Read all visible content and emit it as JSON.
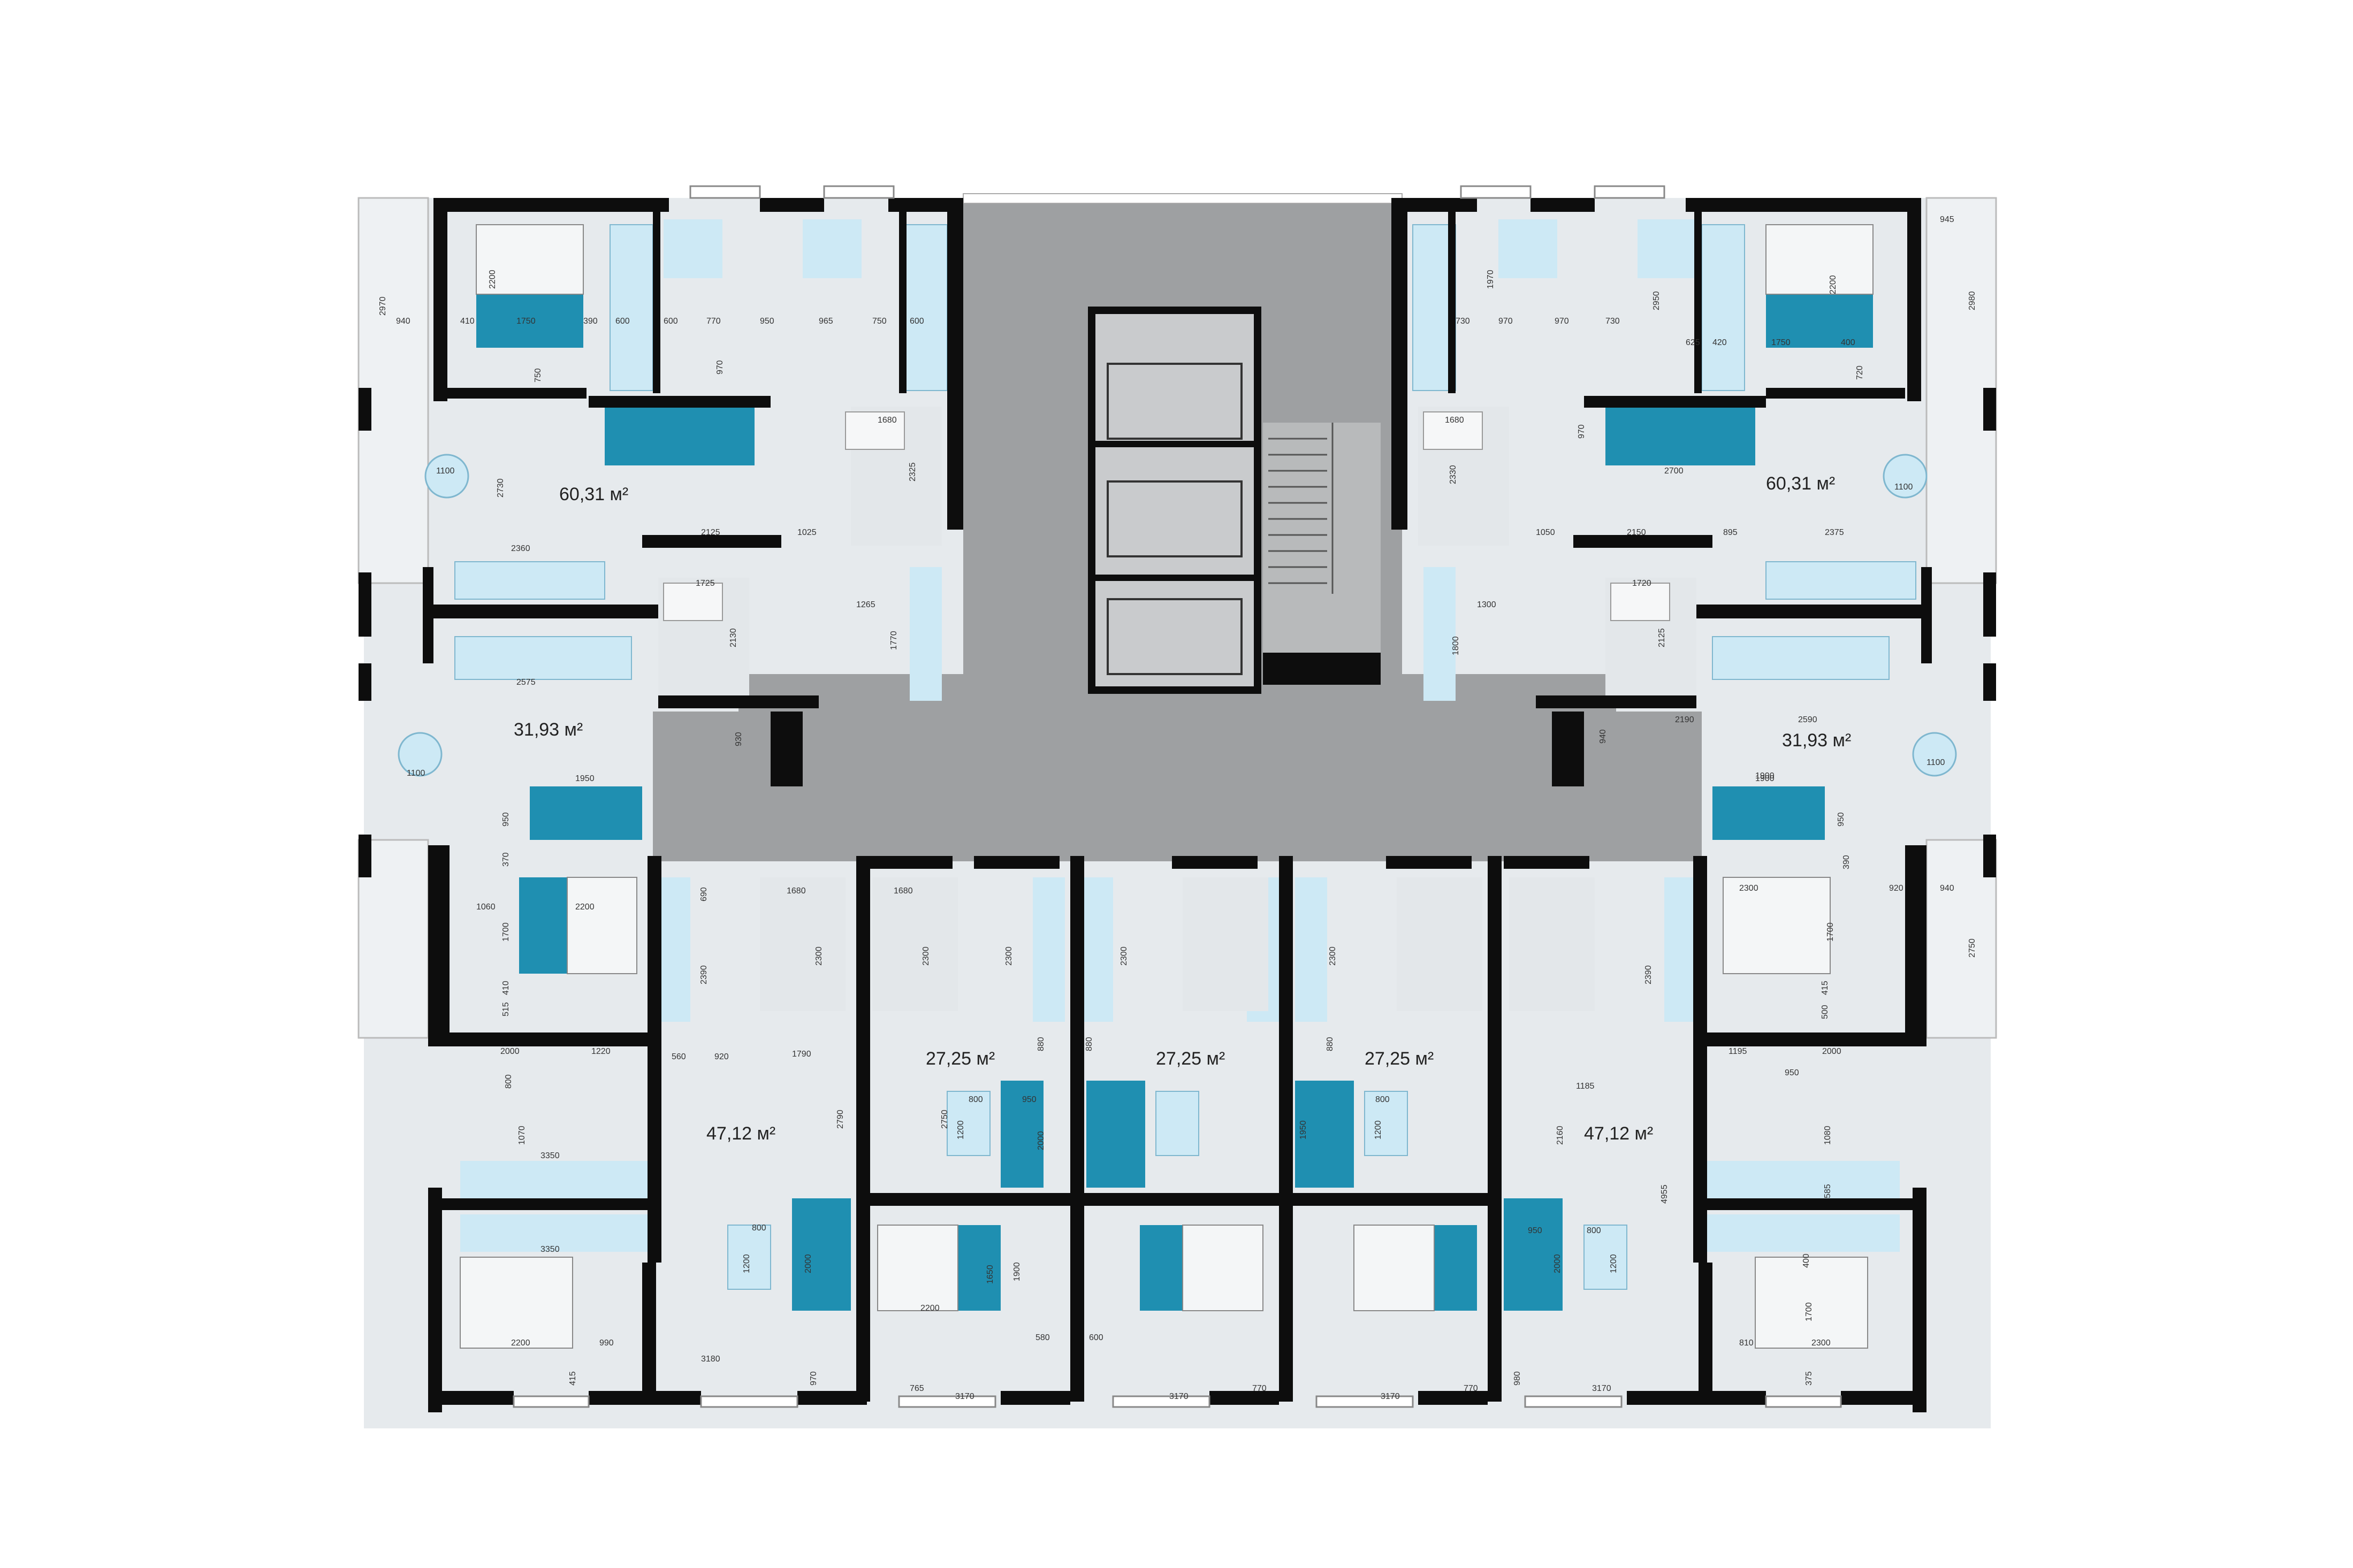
{
  "apartments": [
    {
      "id": "nw",
      "area": "60,31 м²"
    },
    {
      "id": "ne",
      "area": "60,31 м²"
    },
    {
      "id": "w",
      "area": "31,93 м²"
    },
    {
      "id": "e",
      "area": "31,93 м²"
    },
    {
      "id": "sw",
      "area": "47,12 м²"
    },
    {
      "id": "se",
      "area": "47,12 м²"
    },
    {
      "id": "s1",
      "area": "27,25 м²"
    },
    {
      "id": "s2",
      "area": "27,25 м²"
    },
    {
      "id": "s3",
      "area": "27,25 м²"
    }
  ],
  "dimensions": {
    "nw": [
      "2970",
      "940",
      "410",
      "1750",
      "390",
      "600",
      "2200",
      "750",
      "600",
      "770",
      "950",
      "965",
      "750",
      "600",
      "970",
      "1680",
      "2325",
      "2730",
      "1100",
      "2360",
      "2125",
      "1025",
      "1725",
      "2130",
      "1265",
      "1770",
      "2575",
      "930"
    ],
    "ne": [
      "945",
      "2980",
      "1970",
      "730",
      "970",
      "970",
      "730",
      "2950",
      "625",
      "420",
      "1750",
      "400",
      "2200",
      "720",
      "970",
      "2700",
      "1680",
      "2330",
      "1100",
      "1050",
      "2150",
      "895",
      "2375",
      "1300",
      "1720",
      "2125",
      "1800",
      "2190",
      "2590",
      "1900",
      "940"
    ],
    "w": [
      "1100",
      "1950",
      "950",
      "370",
      "1060",
      "1700",
      "2200",
      "515",
      "410",
      "690",
      "2390",
      "560",
      "920",
      "1790"
    ],
    "e": [
      "1100",
      "1900",
      "950",
      "390",
      "920",
      "940",
      "2300",
      "1700",
      "2750",
      "500",
      "415",
      "2390",
      "1195",
      "2000"
    ],
    "sw": [
      "2000",
      "1220",
      "800",
      "1070",
      "3350",
      "3350",
      "2200",
      "990",
      "415",
      "3180",
      "970",
      "2790",
      "800",
      "1200",
      "2000",
      "1680",
      "2300",
      "2300"
    ],
    "se": [
      "950",
      "1080",
      "585",
      "400",
      "1700",
      "810",
      "2300",
      "375",
      "980",
      "3170",
      "2160",
      "1185",
      "4955",
      "950",
      "2000",
      "800",
      "1200"
    ],
    "s": [
      "1680",
      "2300",
      "2750",
      "1200",
      "800",
      "950",
      "2000",
      "880",
      "880",
      "880",
      "2300",
      "2300",
      "1900",
      "1650",
      "2200",
      "580",
      "765",
      "3170",
      "600",
      "3170",
      "770",
      "3170",
      "770",
      "1950",
      "1200",
      "800"
    ]
  },
  "colors": {
    "teal": "#1f8fb1",
    "light_blue": "#cde9f5",
    "floor": "#e6eaed",
    "core": "#9ea0a2",
    "wall": "#0d0d0d"
  }
}
